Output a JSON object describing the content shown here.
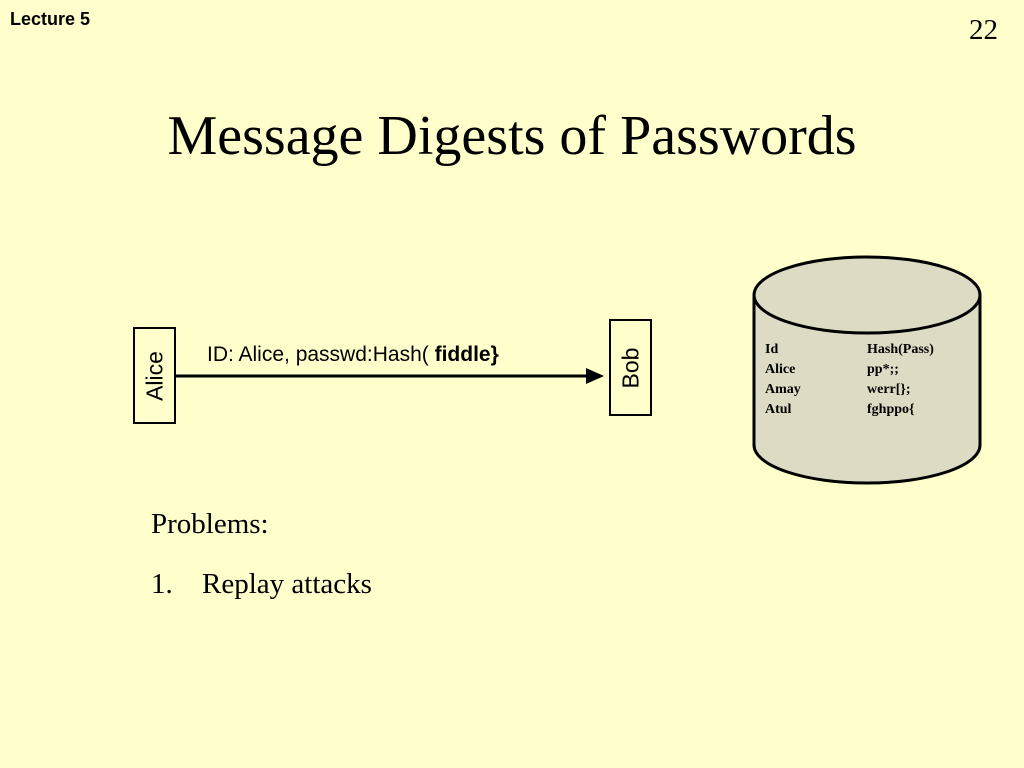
{
  "header": {
    "lecture": "Lecture 5",
    "slide_number": "22"
  },
  "title": "Message Digests of Passwords",
  "diagram": {
    "alice_label": "Alice",
    "bob_label": "Bob",
    "message_prefix": "ID: Alice, passwd:Hash( ",
    "message_bold": "fiddle}"
  },
  "database": {
    "header": {
      "id": "Id",
      "hash": "Hash(Pass)"
    },
    "rows": [
      {
        "id": "Alice",
        "hash": "pp*;;"
      },
      {
        "id": "Amay",
        "hash": "werr[};"
      },
      {
        "id": "Atul",
        "hash": "fghppo{"
      }
    ],
    "fill_color": "#DDDBC3"
  },
  "problems": {
    "heading": "Problems:",
    "items": [
      {
        "num": "1.",
        "text": "Replay attacks"
      }
    ]
  }
}
